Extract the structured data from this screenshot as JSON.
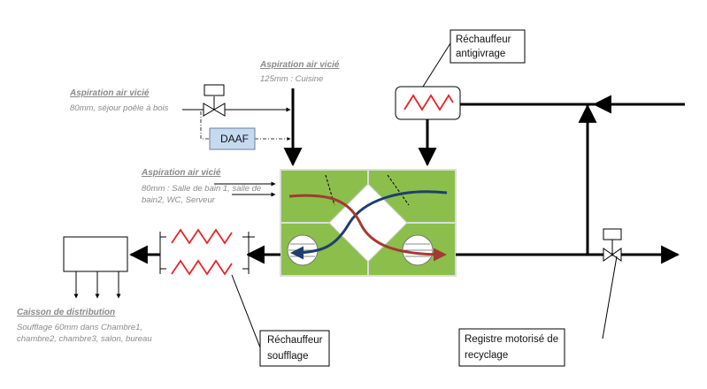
{
  "labels": {
    "asp_left_title": "Aspiration air vicié",
    "asp_left_sub": "80mm, séjour poêle à bois",
    "asp_top_title": "Aspiration air vicié",
    "asp_top_sub": "125mm : Cuisine",
    "asp_mid_title": "Aspiration air vicié",
    "asp_mid_sub_1": "80mm : Salle de bain 1, salle de",
    "asp_mid_sub_2": "bain2, WC, Serveur",
    "daaf": "DAAF",
    "rech_antigivrage_1": "Réchauffeur",
    "rech_antigivrage_2": "antigivrage",
    "rech_soufflage_1": "Réchauffeur",
    "rech_soufflage_2": "soufflage",
    "registre_1": "Registre motorisé de",
    "registre_2": "recyclage",
    "caisson_title": "Caisson de distribution",
    "caisson_sub_1": "Soufflage 60mm dans Chambre1,",
    "caisson_sub_2": "chambre2, chambre3, salon, bureau"
  },
  "colors": {
    "exchanger_green": "#8cbe4c",
    "daaf_fill": "#c5d9f1",
    "heater_red": "#e3262b",
    "flow_blue": "#1f3e6e",
    "flow_red": "#a33a32"
  }
}
